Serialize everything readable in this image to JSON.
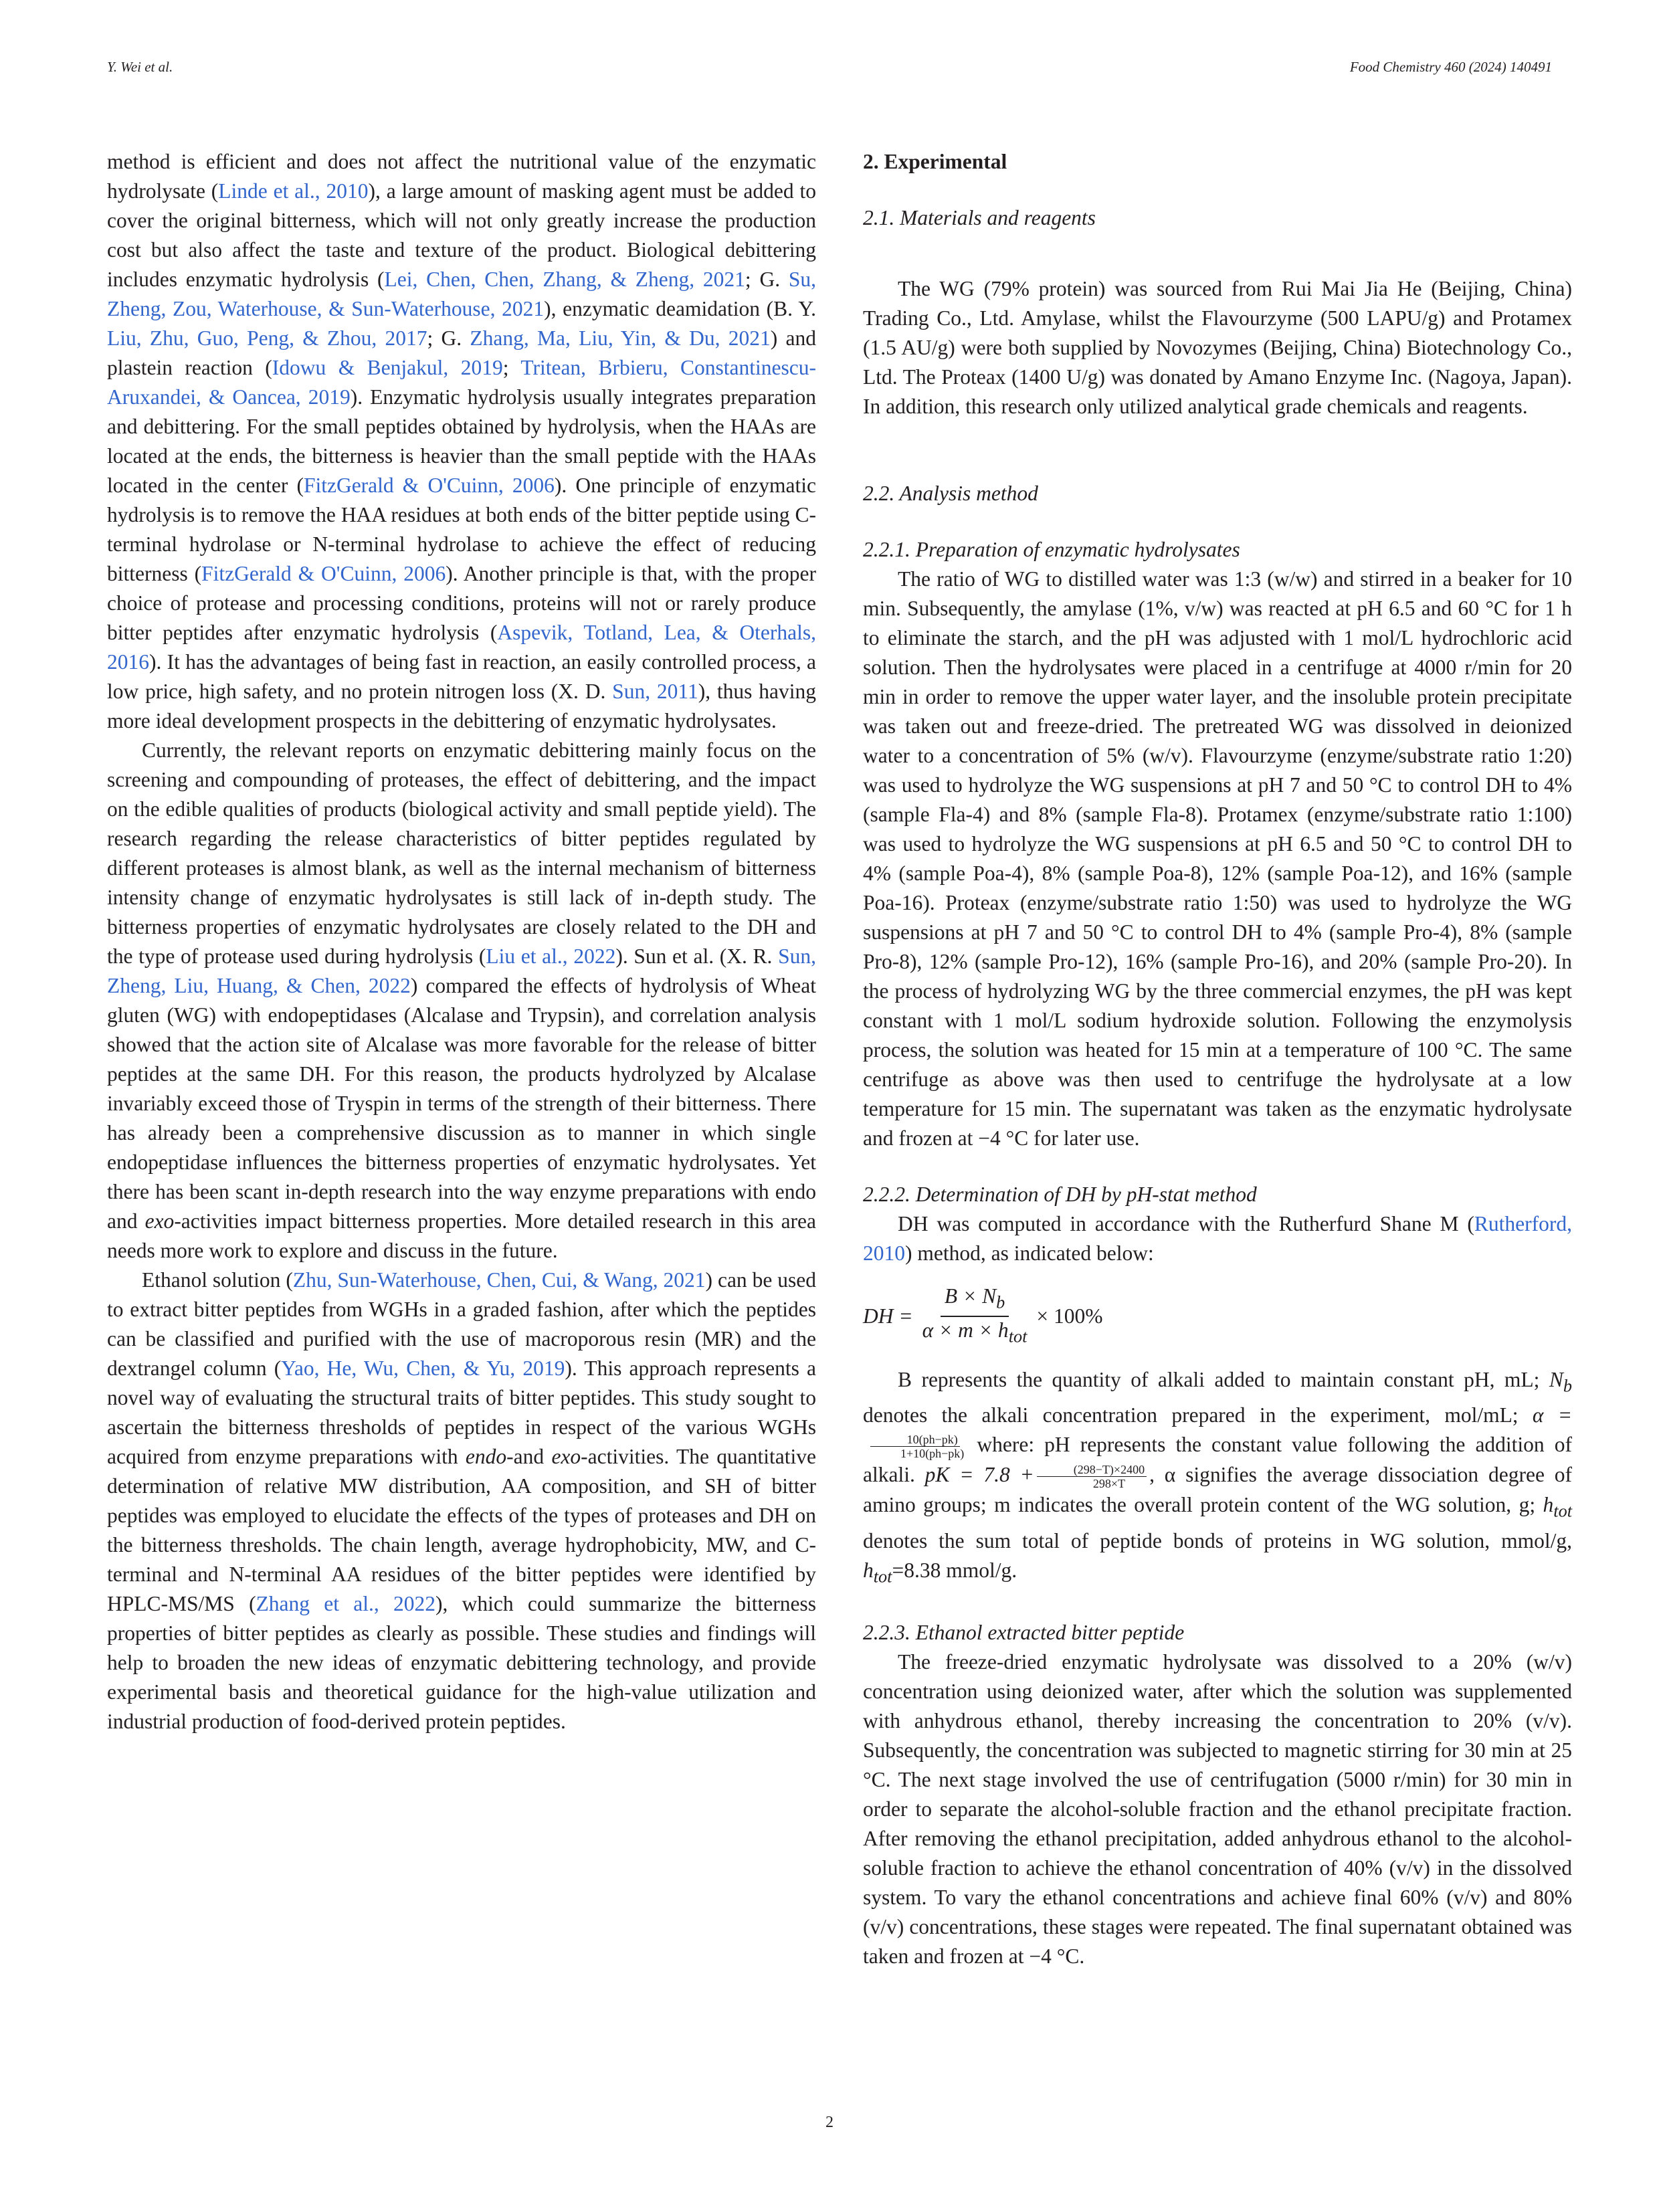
{
  "header": {
    "left": "Y. Wei et al.",
    "right": "Food Chemistry 460 (2024) 140491"
  },
  "left_column": {
    "p1": [
      "method is efficient and does not affect the nutritional value of the enzymatic hydrolysate (",
      "Linde et al., 2010",
      "), a large amount of masking agent must be added to cover the original bitterness, which will not only greatly increase the production cost but also affect the taste and texture of the product. Biological debittering includes enzymatic hydrolysis (",
      "Lei, Chen, Chen, Zhang, & Zheng, 2021",
      "; G. ",
      "Su, Zheng, Zou, Waterhouse, & Sun-Waterhouse, 2021",
      "), enzymatic deamidation (B. Y. ",
      "Liu, Zhu, Guo, Peng, & Zhou, 2017",
      "; G. ",
      "Zhang, Ma, Liu, Yin, & Du, 2021",
      ") and plastein reaction (",
      "Idowu & Benjakul, 2019",
      "; ",
      "Tritean, Brbieru, Constantinescu-Aruxandei, & Oancea, 2019",
      "). Enzymatic hydrolysis usually integrates preparation and debittering. For the small peptides obtained by hydrolysis, when the HAAs are located at the ends, the bitterness is heavier than the small peptide with the HAAs located in the center (",
      "FitzGerald & O'Cuinn, 2006",
      "). One principle of enzymatic hydrolysis is to remove the HAA residues at both ends of the bitter peptide using C-terminal hydrolase or N-terminal hydrolase to achieve the effect of reducing bitterness (",
      "FitzGerald & O'Cuinn, 2006",
      "). Another principle is that, with the proper choice of protease and processing conditions, proteins will not or rarely produce bitter peptides after enzymatic hydrolysis (",
      "Aspevik, Totland, Lea, & Oterhals, 2016",
      "). It has the advantages of being fast in reaction, an easily controlled process, a low price, high safety, and no protein nitrogen loss (X. D. ",
      "Sun, 2011",
      "), thus having more ideal development prospects in the debittering of enzymatic hydrolysates."
    ],
    "p2": [
      "Currently, the relevant reports on enzymatic debittering mainly focus on the screening and compounding of proteases, the effect of debittering, and the impact on the edible qualities of products (biological activity and small peptide yield). The research regarding the release characteristics of bitter peptides regulated by different proteases is almost blank, as well as the internal mechanism of bitterness intensity change of enzymatic hydrolysates is still lack of in-depth study. The bitterness properties of enzymatic hydrolysates are closely related to the DH and the type of protease used during hydrolysis (",
      "Liu et al., 2022",
      "). Sun et al. (X. R. ",
      "Sun, Zheng, Liu, Huang, & Chen, 2022",
      ") compared the effects of hydrolysis of Wheat gluten (WG) with endopeptidases (Alcalase and Trypsin), and correlation analysis showed that the action site of Alcalase was more favorable for the release of bitter peptides at the same DH. For this reason, the products hydrolyzed by Alcalase invariably exceed those of Tryspin in terms of the strength of their bitterness. There has already been a comprehensive discussion as to manner in which single endopeptidase influences the bitterness properties of enzymatic hydrolysates. Yet there has been scant in-depth research into the way enzyme preparations with endo and ",
      "exo",
      "-activities impact bitterness properties. More detailed research in this area needs more work to explore and discuss in the future."
    ],
    "p3": [
      "Ethanol solution (",
      "Zhu, Sun-Waterhouse, Chen, Cui, & Wang, 2021",
      ") can be used to extract bitter peptides from WGHs in a graded fashion, after which the peptides can be classified and purified with the use of macroporous resin (MR) and the dextrangel column (",
      "Yao, He, Wu, Chen, & Yu, 2019",
      "). This approach represents a novel way of evaluating the structural traits of bitter peptides. This study sought to ascertain the bitterness thresholds of peptides in respect of the various WGHs acquired from enzyme preparations with ",
      "endo",
      "-and ",
      "exo",
      "-activities. The quantitative determination of relative MW distribution, AA composition, and SH of bitter peptides was employed to elucidate the effects of the types of proteases and DH on the bitterness thresholds. The chain length, average hydrophobicity, MW, and C-terminal and N-terminal AA residues of the bitter peptides were identified by HPLC-MS/MS (",
      "Zhang et al., 2022",
      "), which could summarize the bitterness properties of bitter peptides as clearly as possible. These studies and findings will help to broaden the new ideas of enzymatic debittering technology, and provide experimental basis and theoretical guidance for the high-value utilization and industrial production of food-derived protein peptides."
    ]
  },
  "right_column": {
    "section_title": "2.  Experimental",
    "sub_2_1": "2.1.  Materials and reagents",
    "p_2_1": "The WG (79% protein) was sourced from Rui Mai Jia He (Beijing, China) Trading Co., Ltd. Amylase, whilst the Flavourzyme (500 LAPU/g) and Protamex (1.5 AU/g) were both supplied by Novozymes (Beijing, China) Biotechnology Co., Ltd. The Proteax (1400 U/g) was donated by Amano Enzyme Inc. (Nagoya, Japan). In addition, this research only utilized analytical grade chemicals and reagents.",
    "sub_2_2": "2.2.  Analysis method",
    "sub_2_2_1": "2.2.1.  Preparation of enzymatic hydrolysates",
    "p_2_2_1": "The ratio of WG to distilled water was 1:3 (w/w) and stirred in a beaker for 10 min. Subsequently, the amylase (1%, v/w) was reacted at pH 6.5 and 60 °C for 1 h to eliminate the starch, and the pH was adjusted with 1 mol/L hydrochloric acid solution. Then the hydrolysates were placed in a centrifuge at 4000 r/min for 20 min in order to remove the upper water layer, and the insoluble protein precipitate was taken out and freeze-dried. The pretreated WG was dissolved in deionized water to a concentration of 5% (w/v). Flavourzyme (enzyme/substrate ratio 1:20) was used to hydrolyze the WG suspensions at pH 7 and 50 °C to control DH to 4% (sample Fla-4) and 8% (sample Fla-8). Protamex (enzyme/substrate ratio 1:100) was used to hydrolyze the WG suspensions at pH 6.5 and 50 °C to control DH to 4% (sample Poa-4), 8% (sample Poa-8), 12% (sample Poa-12), and 16% (sample Poa-16). Proteax (enzyme/substrate ratio 1:50) was used to hydrolyze the WG suspensions at pH 7 and 50 °C to control DH to 4% (sample Pro-4), 8% (sample Pro-8), 12% (sample Pro-12), 16% (sample Pro-16), and 20% (sample Pro-20). In the process of hydrolyzing WG by the three commercial enzymes, the pH was kept constant with 1 mol/L sodium hydroxide solution. Following the enzymolysis process, the solution was heated for 15 min at a temperature of 100 °C. The same centrifuge as above was then used to centrifuge the hydrolysate at a low temperature for 15 min. The supernatant was taken as the enzymatic hydrolysate and frozen at −4 °C for later use.",
    "sub_2_2_2": "2.2.2.  Determination of DH by pH-stat method",
    "p_2_2_2": [
      "DH was computed in accordance with the Rutherfurd Shane M (",
      "Rutherford, 2010",
      ") method, as indicated below:"
    ],
    "equation": {
      "lhs": "DH =",
      "num": "B × N",
      "num_sub": "b",
      "den": "α × m × h",
      "den_sub": "tot",
      "rhs": "× 100%"
    },
    "p_2_2_2b": {
      "t1": "B represents the quantity of alkali added to maintain constant pH, mL; ",
      "nb": "N",
      "nb_sub": "b",
      "t2": " denotes the alkali concentration prepared in the experiment, mol/mL; ",
      "alpha": "α =",
      "alpha_num": "10(ph−pk)",
      "alpha_den": "1+10(ph−pk)",
      "t3": " where: pH represents the constant value following the addition of alkali. ",
      "pk": "pK = 7.8 +",
      "pk_num": "(298−T)×2400",
      "pk_den": "298×T",
      "t4": ", α signifies the average dissociation degree of amino groups; m indicates the overall protein content of the WG solution, g; ",
      "h": "h",
      "h_sub": "tot",
      "t5": " denotes the sum total of peptide bonds of proteins in WG solution, mmol/g, ",
      "h2": "h",
      "h2_sub": "tot",
      "t6": "=8.38 mmol/g."
    },
    "sub_2_2_3": "2.2.3.  Ethanol extracted bitter peptide",
    "p_2_2_3": "The freeze-dried enzymatic hydrolysate was dissolved to a 20% (w/v) concentration using deionized water, after which the solution was supplemented with anhydrous ethanol, thereby increasing the concentration to 20% (v/v). Subsequently, the concentration was subjected to magnetic stirring for 30 min at 25 °C. The next stage involved the use of centrifugation (5000 r/min) for 30 min in order to separate the alcohol-soluble fraction and the ethanol precipitate fraction. After removing the ethanol precipitation, added anhydrous ethanol to the alcohol-soluble fraction to achieve the ethanol concentration of 40% (v/v) in the dissolved system. To vary the ethanol concentrations and achieve final 60% (v/v) and 80% (v/v) concentrations, these stages were repeated. The final supernatant obtained was taken and frozen at −4 °C."
  },
  "footer": {
    "page_number": "2"
  },
  "colors": {
    "text": "#231f20",
    "link": "#3366cc"
  }
}
